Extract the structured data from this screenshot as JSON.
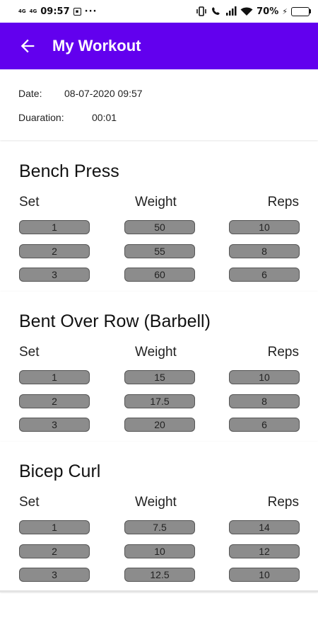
{
  "status_bar": {
    "time": "09:57",
    "net1": "4G",
    "net2": "4G",
    "dots": "···",
    "battery_pct": "70%",
    "battery_level": 0.7
  },
  "app_bar": {
    "title": "My Workout",
    "back_icon": "arrow-left-icon"
  },
  "info": {
    "date_label": "Date:",
    "date_value": "08-07-2020 09:57",
    "duration_label": "Duaration:",
    "duration_value": "00:01"
  },
  "headers": {
    "set": "Set",
    "weight": "Weight",
    "reps": "Reps"
  },
  "exercises": [
    {
      "name": "Bench Press",
      "sets": [
        {
          "set": "1",
          "weight": "50",
          "reps": "10"
        },
        {
          "set": "2",
          "weight": "55",
          "reps": "8"
        },
        {
          "set": "3",
          "weight": "60",
          "reps": "6"
        }
      ]
    },
    {
      "name": "Bent Over Row (Barbell)",
      "sets": [
        {
          "set": "1",
          "weight": "15",
          "reps": "10"
        },
        {
          "set": "2",
          "weight": "17.5",
          "reps": "8"
        },
        {
          "set": "3",
          "weight": "20",
          "reps": "6"
        }
      ]
    },
    {
      "name": "Bicep Curl",
      "sets": [
        {
          "set": "1",
          "weight": "7.5",
          "reps": "14"
        },
        {
          "set": "2",
          "weight": "10",
          "reps": "12"
        },
        {
          "set": "3",
          "weight": "12.5",
          "reps": "10"
        }
      ]
    }
  ],
  "colors": {
    "accent": "#6200ee",
    "value_box": "#8c8c8c",
    "battery": "#f4b400"
  }
}
